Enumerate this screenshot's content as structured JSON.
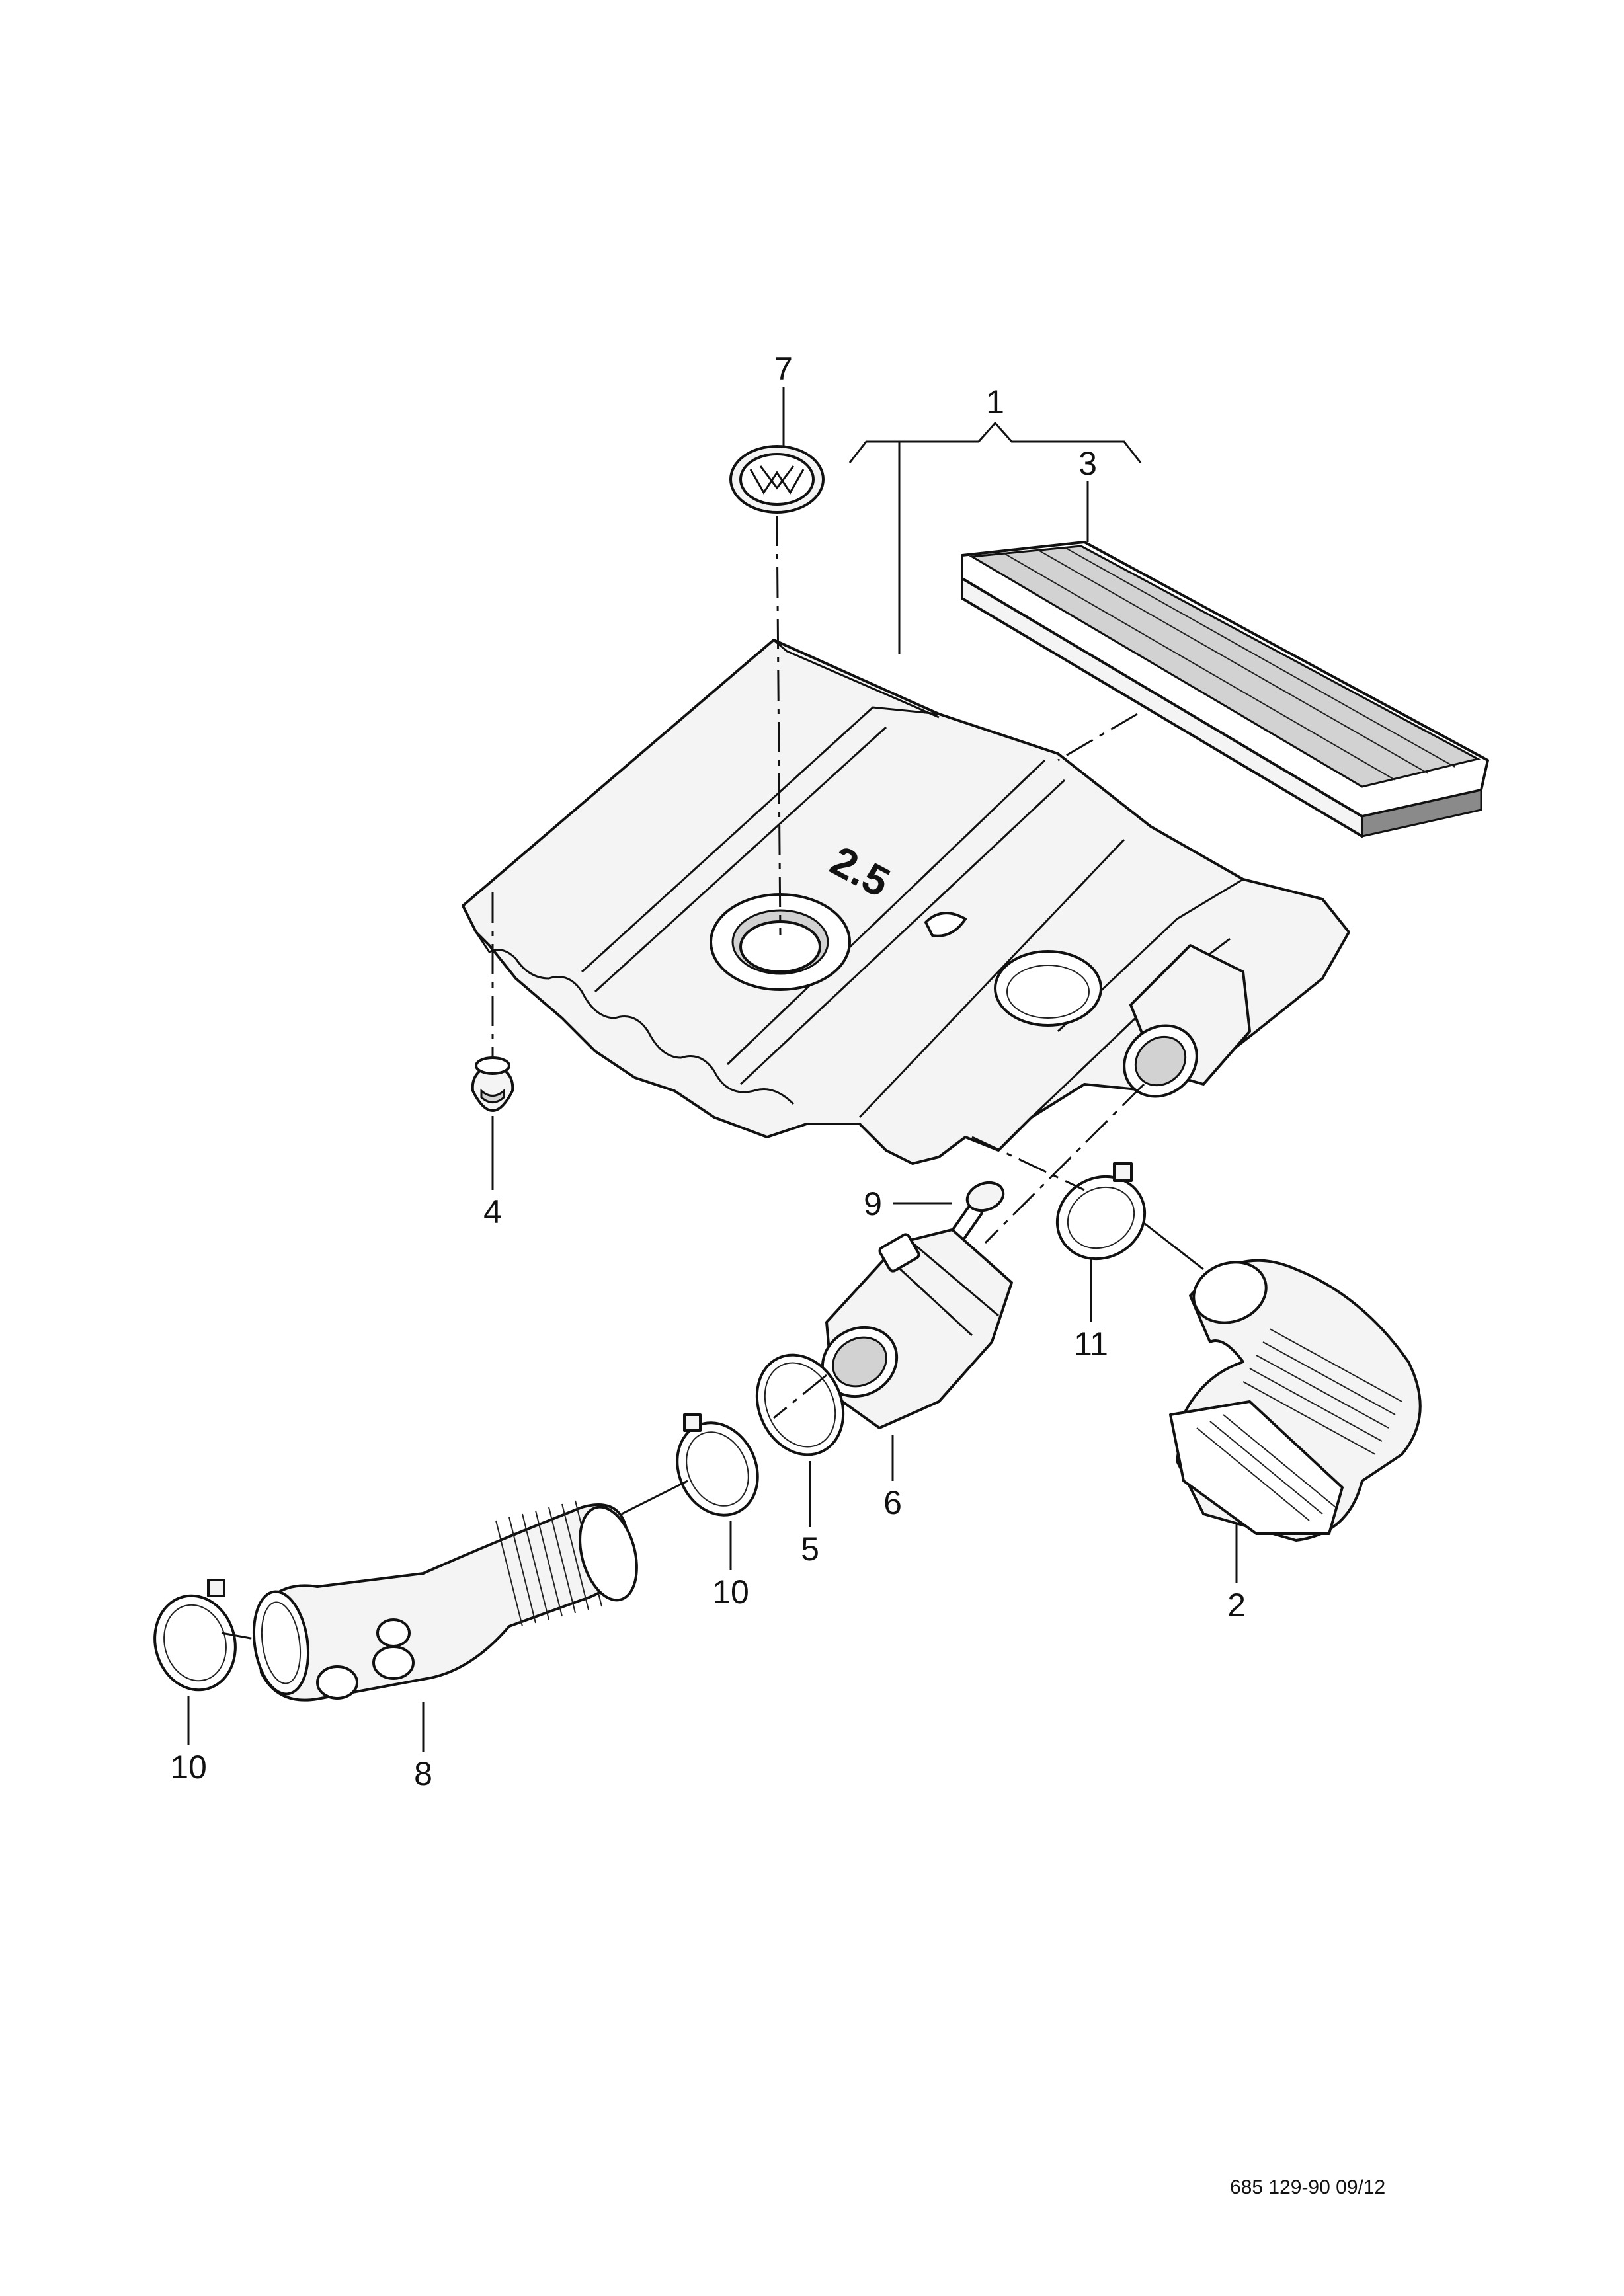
{
  "callouts": {
    "c1": "1",
    "c2": "2",
    "c3": "3",
    "c4": "4",
    "c5": "5",
    "c6": "6",
    "c7": "7",
    "c8": "8",
    "c9": "9",
    "c10a": "10",
    "c10b": "10",
    "c11": "11"
  },
  "cover_marking": "2.5",
  "diagram_code": "685  129-90  09/12"
}
